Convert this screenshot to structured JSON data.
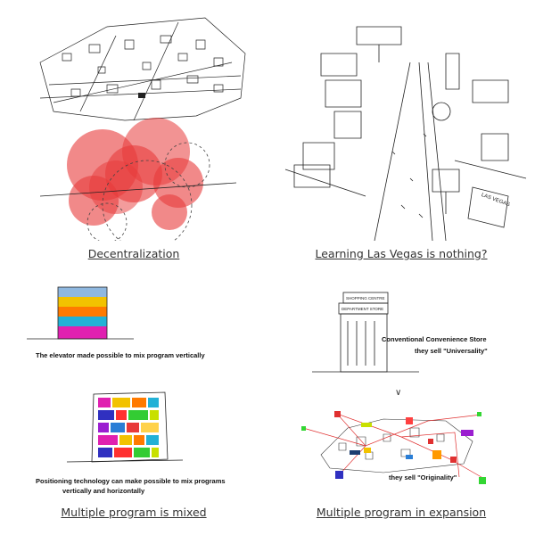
{
  "panels": [
    {
      "caption": "Decentralization"
    },
    {
      "caption": "Learning Las Vegas is nothing?",
      "sketch_labels": {
        "sign": "LAS VEGAS"
      }
    },
    {
      "caption": "",
      "note": "The elevator made possible to mix program vertically"
    },
    {
      "caption": "",
      "note": "Conventional Convenience Store",
      "note2": "they sell \"Universality\"",
      "building_labels": {
        "top": "SHOPPING CENTRE",
        "middle": "DEPARTMENT STORE"
      },
      "arrow": "∨"
    },
    {
      "caption": "Multiple program is mixed",
      "note": "Positioning technology can make possible to mix programs",
      "note2": "vertically and horizontally"
    },
    {
      "caption": "Multiple program in expansion",
      "note": "they sell \"Originality\""
    }
  ],
  "colors": {
    "circles": "#e83a3a",
    "program_bands": [
      "#8fb8e0",
      "#f2c200",
      "#ff7a00",
      "#22b1d6",
      "#e020b0"
    ],
    "caption_text": "#333333"
  }
}
